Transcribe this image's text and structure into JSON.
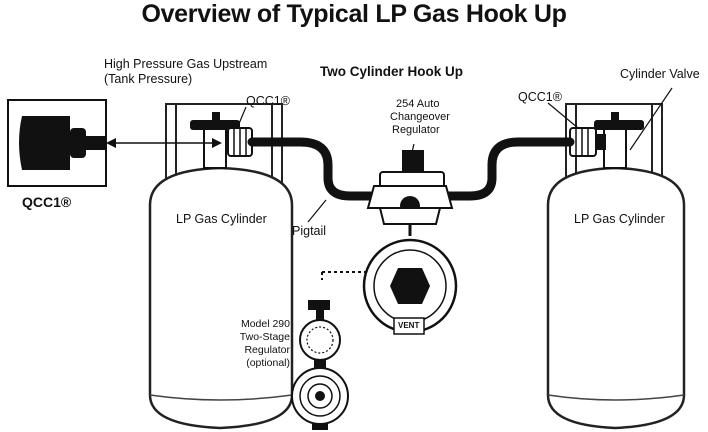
{
  "title": "Overview of Typical LP Gas Hook Up",
  "labels": {
    "high_pressure": "High Pressure Gas Upstream",
    "tank_pressure": "(Tank Pressure)",
    "two_cylinder": "Two Cylinder Hook Up",
    "cylinder_valve": "Cylinder Valve",
    "qcc_left": "QCC1®",
    "qcc_right": "QCC1®",
    "qcc_big": "QCC1®",
    "regulator_254_line1": "254 Auto",
    "regulator_254_line2": "Changeover",
    "regulator_254_line3": "Regulator",
    "cylinder_left": "LP Gas Cylinder",
    "cylinder_right": "LP Gas Cylinder",
    "pigtail": "Pigtail",
    "model290_line1": "Model 290",
    "model290_line2": "Two-Stage",
    "model290_line3": "Regulator",
    "model290_line4": "(optional)",
    "vent": "VENT"
  }
}
